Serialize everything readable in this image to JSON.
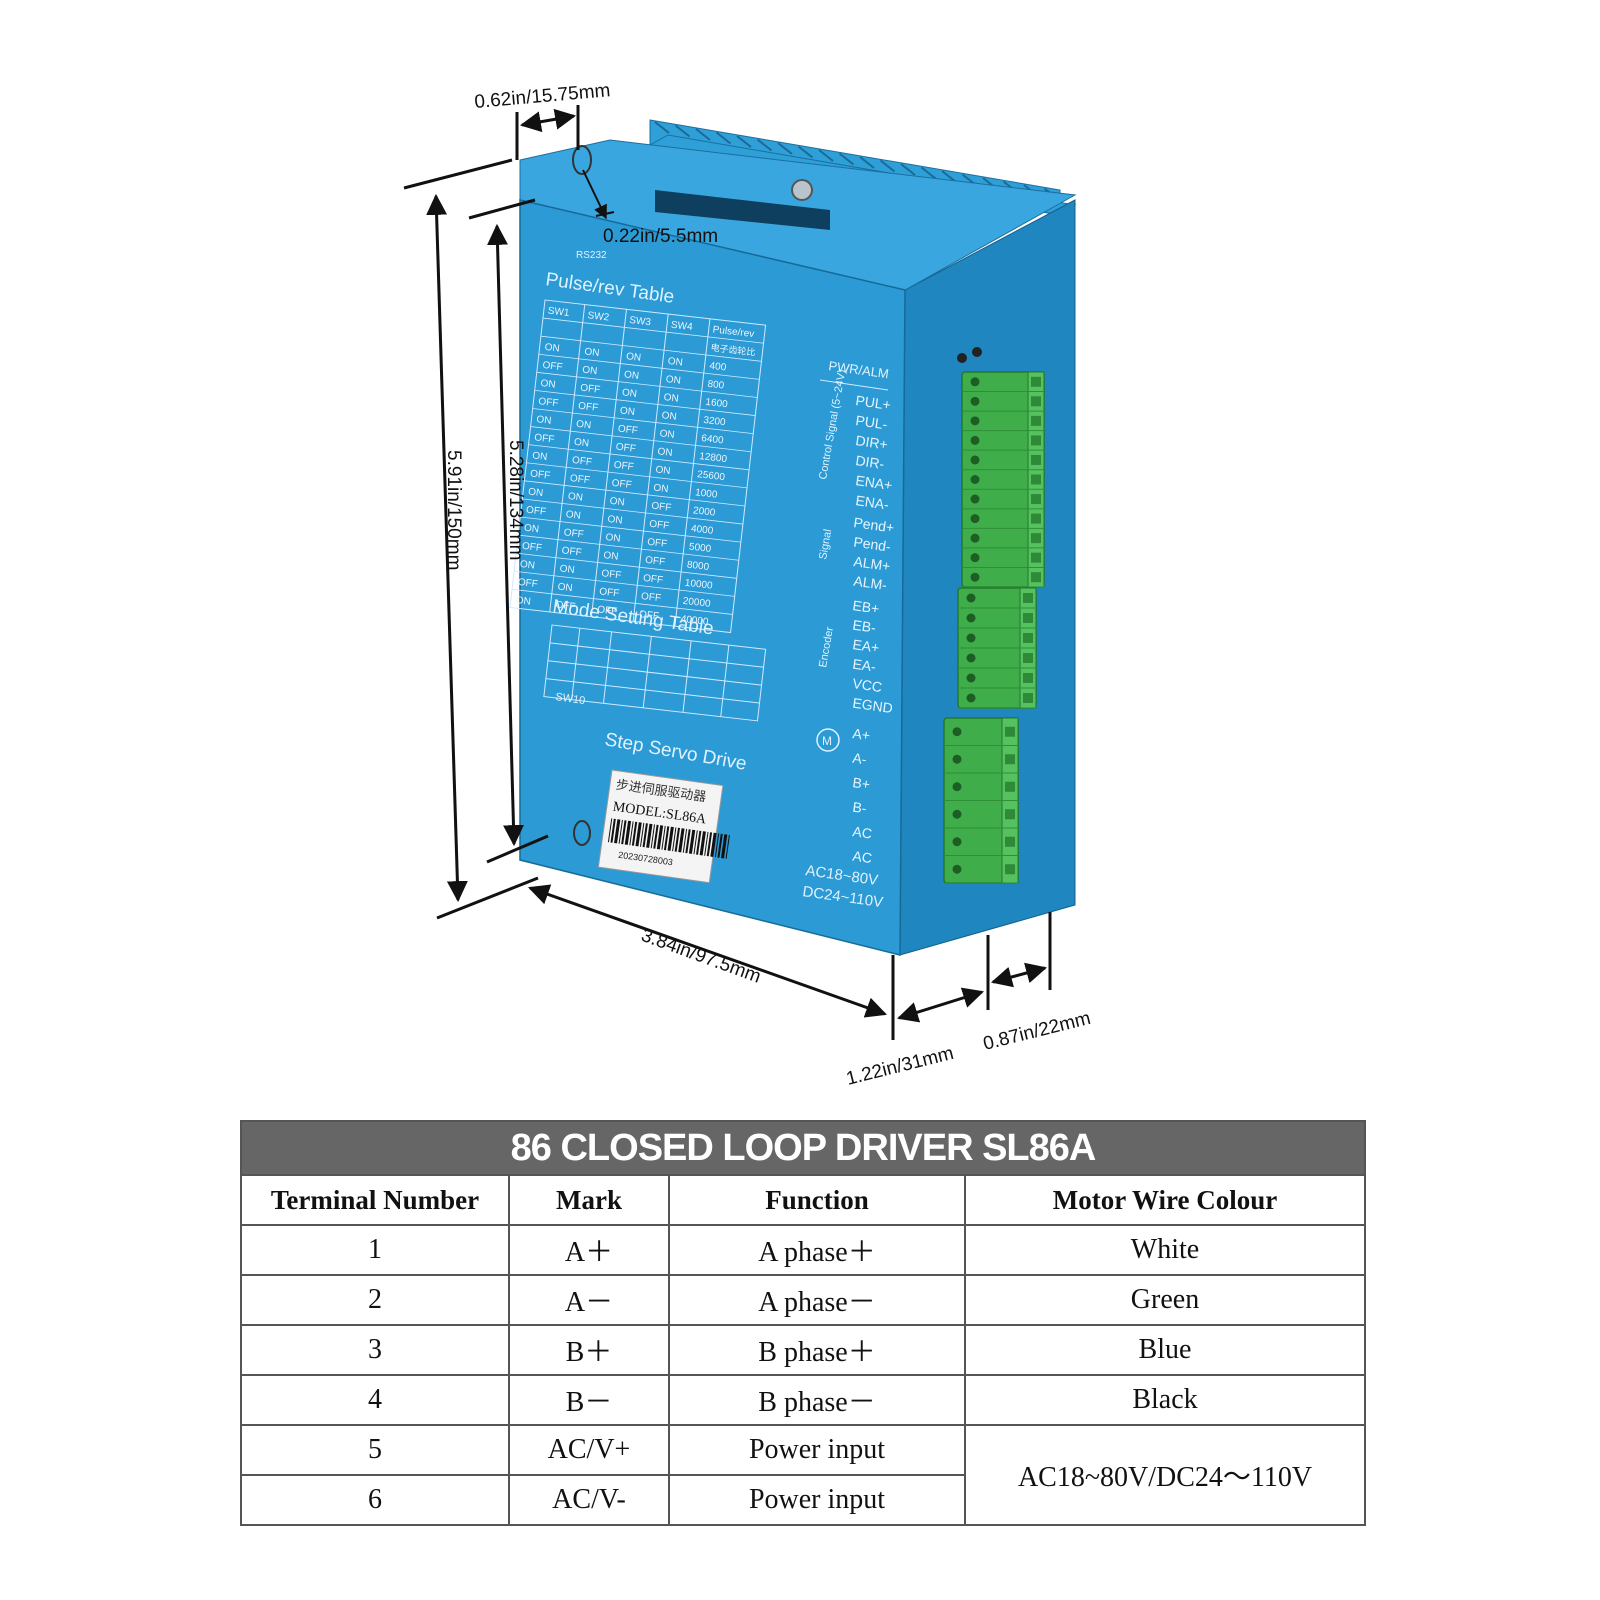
{
  "dimensions": {
    "top_width": "0.62in/15.75mm",
    "hole": "0.22in/5.5mm",
    "total_height": "5.91in/150mm",
    "mount_height": "5.28in/134mm",
    "depth": "3.84in/97.5mm",
    "width_front": "1.22in/31mm",
    "width_side": "0.87in/22mm"
  },
  "device": {
    "port_label": "RS232",
    "pulse_table_title": "Pulse/rev Table",
    "pulse_table_headers": [
      "SW1",
      "SW2",
      "SW3",
      "SW4",
      "Pulse/rev"
    ],
    "pulse_table_subheader": "电子齿轮比",
    "pulse_table_rows": [
      [
        "ON",
        "ON",
        "ON",
        "ON",
        "400"
      ],
      [
        "OFF",
        "ON",
        "ON",
        "ON",
        "800"
      ],
      [
        "ON",
        "OFF",
        "ON",
        "ON",
        "1600"
      ],
      [
        "OFF",
        "OFF",
        "ON",
        "ON",
        "3200"
      ],
      [
        "ON",
        "ON",
        "OFF",
        "ON",
        "6400"
      ],
      [
        "OFF",
        "ON",
        "OFF",
        "ON",
        "12800"
      ],
      [
        "ON",
        "OFF",
        "OFF",
        "ON",
        "25600"
      ],
      [
        "OFF",
        "OFF",
        "OFF",
        "ON",
        "1000"
      ],
      [
        "ON",
        "ON",
        "ON",
        "OFF",
        "2000"
      ],
      [
        "OFF",
        "ON",
        "ON",
        "OFF",
        "4000"
      ],
      [
        "ON",
        "OFF",
        "ON",
        "OFF",
        "5000"
      ],
      [
        "OFF",
        "OFF",
        "ON",
        "OFF",
        "8000"
      ],
      [
        "ON",
        "ON",
        "OFF",
        "OFF",
        "10000"
      ],
      [
        "OFF",
        "ON",
        "OFF",
        "OFF",
        "20000"
      ],
      [
        "ON",
        "OFF",
        "OFF",
        "OFF",
        "40000"
      ]
    ],
    "mode_table_title": "Mode Setting Table",
    "sw10_label": "SW10",
    "panel_name": "Step Servo Drive",
    "label_chinese": "步进伺服驱动器",
    "label_model": "MODEL:SL86A",
    "label_serial": "20230728003",
    "pwr_alm": "PWR/ALM",
    "group_control": "Control Signal (5~24V)",
    "group_signal": "Signal",
    "group_encoder": "Encoder",
    "terminals_control": [
      "PUL+",
      "PUL-",
      "DIR+",
      "DIR-",
      "ENA+",
      "ENA-"
    ],
    "terminals_signal": [
      "Pend+",
      "Pend-",
      "ALM+",
      "ALM-"
    ],
    "terminals_encoder": [
      "EB+",
      "EB-",
      "EA+",
      "EA-",
      "VCC",
      "EGND"
    ],
    "terminals_motor": [
      "A+",
      "A-",
      "B+",
      "B-",
      "AC",
      "AC"
    ],
    "power_spec_ac": "AC18~80V",
    "power_spec_dc": "DC24~110V"
  },
  "table": {
    "title": "86 CLOSED LOOP DRIVER SL86A",
    "headers": [
      "Terminal Number",
      "Mark",
      "Function",
      "Motor Wire Colour"
    ],
    "rows": [
      {
        "num": "1",
        "mark": "A＋",
        "function": "A phase＋",
        "colour": "White"
      },
      {
        "num": "2",
        "mark": "A－",
        "function": "A phase－",
        "colour": "Green"
      },
      {
        "num": "3",
        "mark": "B＋",
        "function": "B phase＋",
        "colour": "Blue"
      },
      {
        "num": "4",
        "mark": "B－",
        "function": "B phase－",
        "colour": "Black"
      },
      {
        "num": "5",
        "mark": "AC/V+",
        "function": "Power input"
      },
      {
        "num": "6",
        "mark": "AC/V-",
        "function": "Power input"
      }
    ],
    "power_colour": "AC18~80V/DC24～110V"
  },
  "colors": {
    "housing": "#2a9ad4",
    "housing_dark": "#1a78ad",
    "terminal_green": "#3fae4a",
    "table_title_bg": "#666666"
  }
}
